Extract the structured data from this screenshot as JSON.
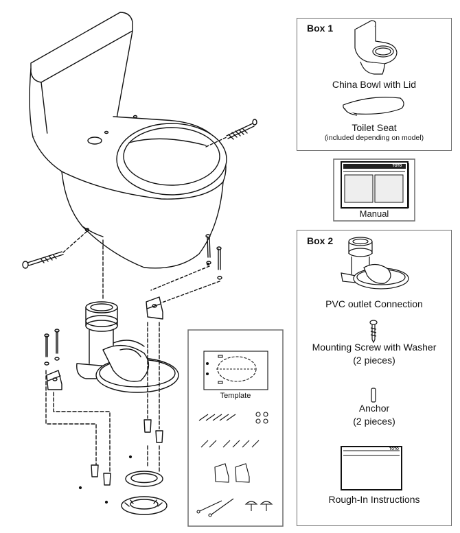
{
  "box1": {
    "title": "Box 1",
    "china_bowl_label": "China Bowl with Lid",
    "seat_label": "Toilet Seat",
    "seat_note": "(included depending on model)"
  },
  "manual": {
    "label": "Manual",
    "cover_brand": "TOTO"
  },
  "box2": {
    "title": "Box 2",
    "pvc_label": "PVC outlet Connection",
    "screw_label": "Mounting Screw with Washer",
    "screw_qty": "(2 pieces)",
    "anchor_label": "Anchor",
    "anchor_qty": "(2 pieces)",
    "rough_in_label": "Rough-In Instructions",
    "rough_in_brand": "TOTO"
  },
  "template_panel": {
    "template_label": "Template"
  }
}
